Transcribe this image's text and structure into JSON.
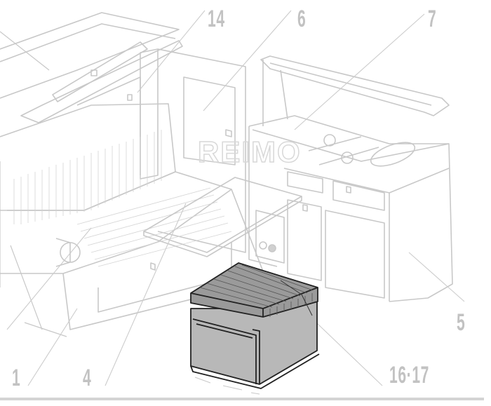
{
  "diagram": {
    "subject": "Campervan interior fit-out parts diagram",
    "watermark": "REIMO",
    "highlighted_part": {
      "label": "16·17",
      "description": "cushioned storage box / stool",
      "fill_color": "#b8b8b8"
    },
    "line_color": "#c8c8c8",
    "callouts": [
      {
        "id": "c14",
        "label": "14"
      },
      {
        "id": "c6",
        "label": "6"
      },
      {
        "id": "c7",
        "label": "7"
      },
      {
        "id": "c5",
        "label": "5"
      },
      {
        "id": "c1",
        "label": "1"
      },
      {
        "id": "c4",
        "label": "4"
      },
      {
        "id": "c16-17",
        "label": "16·17"
      }
    ],
    "components": [
      "roof shelf / overhead locker",
      "rear bench seat",
      "side wall cabinet with door",
      "kitchen unit with hob and sink",
      "folding table",
      "roof rail",
      "storage box stool"
    ]
  }
}
